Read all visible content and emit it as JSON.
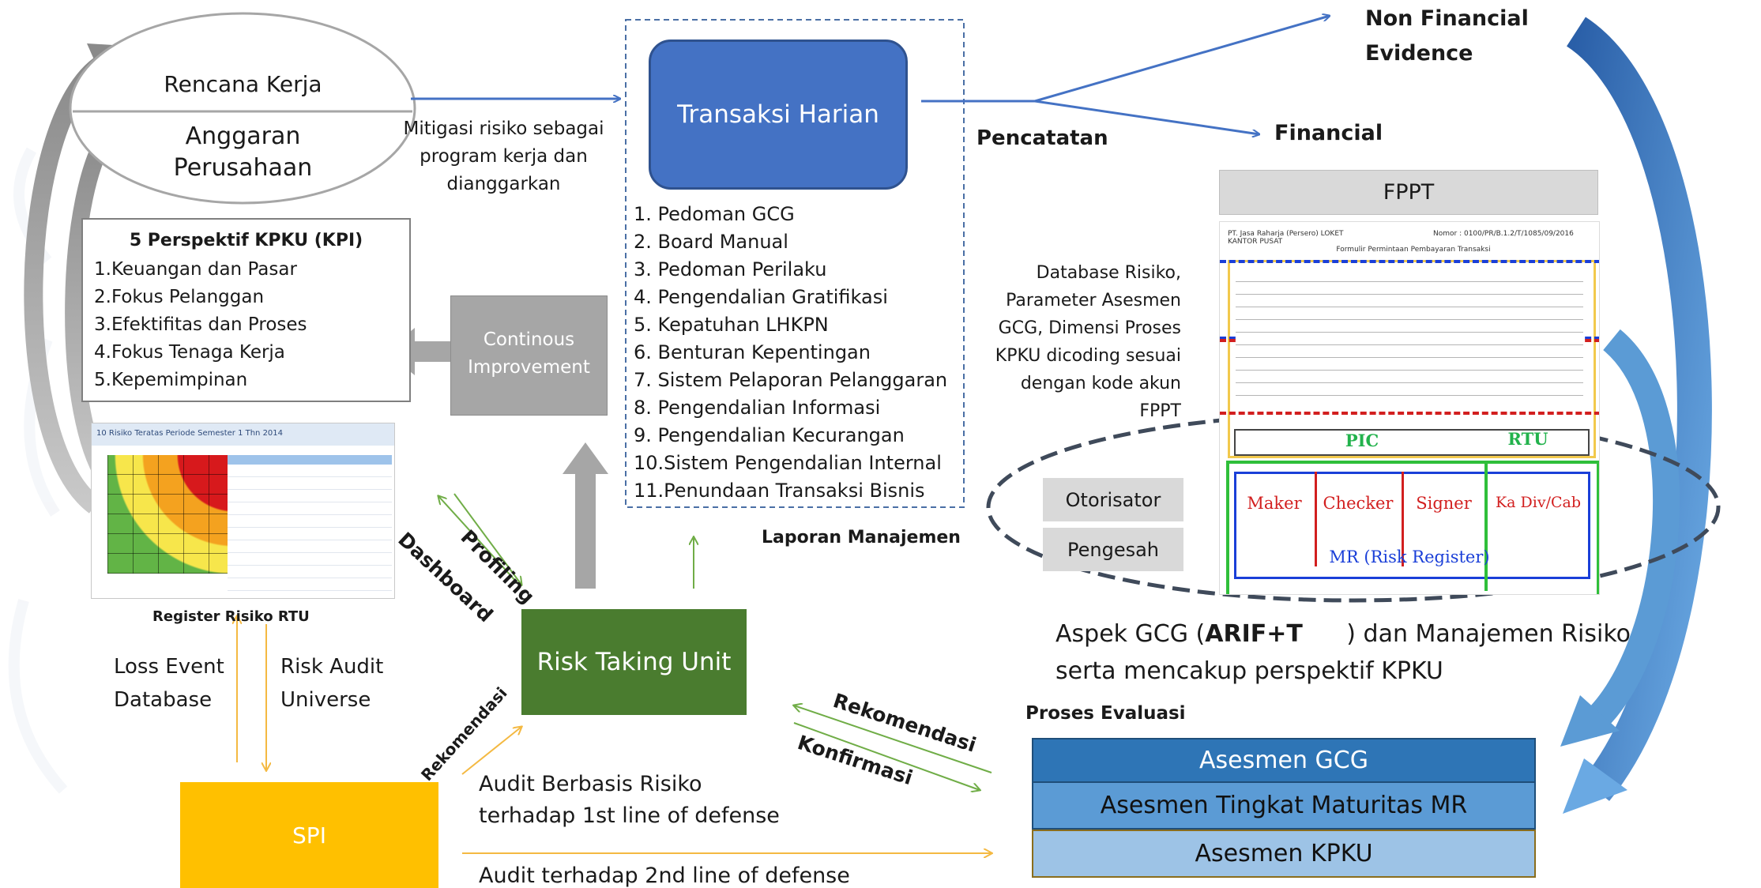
{
  "ellipse": {
    "top": "Rencana Kerja",
    "bottom_1": "Anggaran",
    "bottom_2": "Perusahaan"
  },
  "mitigasi": {
    "line1": "Mitigasi risiko sebagai",
    "line2": "program kerja dan",
    "line3": "dianggarkan"
  },
  "transaksi": {
    "title": "Transaksi Harian"
  },
  "pedoman": [
    "1.  Pedoman GCG",
    "2.  Board Manual",
    "3.  Pedoman Perilaku",
    "4.  Pengendalian Gratifikasi",
    "5.  Kepatuhan LHKPN",
    "6.  Benturan Kepentingan",
    "7.  Sistem Pelaporan Pelanggaran",
    "8.  Pengendalian Informasi",
    "9.  Pengendalian Kecurangan",
    "10.Sistem Pengendalian Internal",
    "11.Penundaan Transaksi Bisnis"
  ],
  "pencatatan": "Pencatatan",
  "non_financial": {
    "line1": "Non Financial",
    "line2": "Evidence"
  },
  "financial": "Financial",
  "fppt": {
    "title": "FPPT",
    "form_header_left": "PT. Jasa Raharja (Persero)  LOKET KANTOR PUSAT",
    "form_header_right": "Nomor : 0100/PR/B.1.2/T/1085/09/2016",
    "form_title": "Formulir Permintaan Pembayaran Transaksi",
    "pic": "PIC",
    "rtu": "RTU",
    "maker": "Maker",
    "checker": "Checker",
    "signer": "Signer",
    "kadiv": "Ka Div/Cab",
    "mr": "MR (Risk Register)"
  },
  "database": {
    "line1": "Database Risiko,",
    "line2": "Parameter Asesmen",
    "line3": "GCG, Dimensi Proses",
    "line4": "KPKU dicoding sesuai",
    "line5": "dengan kode akun",
    "line6": "FPPT"
  },
  "otorisator": "Otorisator",
  "pengesah": "Pengesah",
  "kpku": {
    "title": "5 Perspektif KPKU (KPI)",
    "items": [
      "1.Keuangan dan Pasar",
      "2.Fokus Pelanggan",
      "3.Efektifitas dan Proses",
      "4.Fokus Tenaga Kerja",
      "5.Kepemimpinan"
    ]
  },
  "continous": {
    "line1": "Continous",
    "line2": "Improvement"
  },
  "register": {
    "caption": "Register Risiko RTU",
    "header": "10 Risiko Teratas Periode  Semester 1 Thn 2014"
  },
  "loss_event": {
    "line1": "Loss Event",
    "line2": "Database"
  },
  "risk_audit": {
    "line1": "Risk Audit",
    "line2": "Universe"
  },
  "profiling": "Profiling",
  "dashboard": "Dashboard",
  "rtu_box": "Risk Taking Unit",
  "laporan": "Laporan Manajemen",
  "rekomendasi_left": "Rekomendasi",
  "rekomendasi_right": "Rekomendasi",
  "konfirmasi": "Konfirmasi",
  "aspek": {
    "line1_pre": "Aspek  GCG  (",
    "line1_bold": "ARIF+T",
    "line1_post": ")  dan  Manajemen  Risiko",
    "line2": "serta mencakup perspektif KPKU"
  },
  "proses_evaluasi": "Proses Evaluasi",
  "asesmen": [
    "Asesmen GCG",
    "Asesmen Tingkat Maturitas MR",
    "Asesmen KPKU"
  ],
  "spi": "SPI",
  "audit_1": {
    "line1": "Audit Berbasis Risiko",
    "line2": "terhadap 1st line of defense"
  },
  "audit_2": "Audit terhadap 2nd line of defense",
  "colors": {
    "blue_box": "#4472c4",
    "green_box": "#4a7c2f",
    "gray_box": "#a6a6a6",
    "spi": "#ffc000",
    "asesmen_1": "#2e75b6",
    "asesmen_2": "#5b9bd5",
    "asesmen_3": "#9dc3e6",
    "arrow_blue": "#4472c4",
    "arrow_orange": "#f4b942",
    "arrow_green": "#70ad47"
  }
}
